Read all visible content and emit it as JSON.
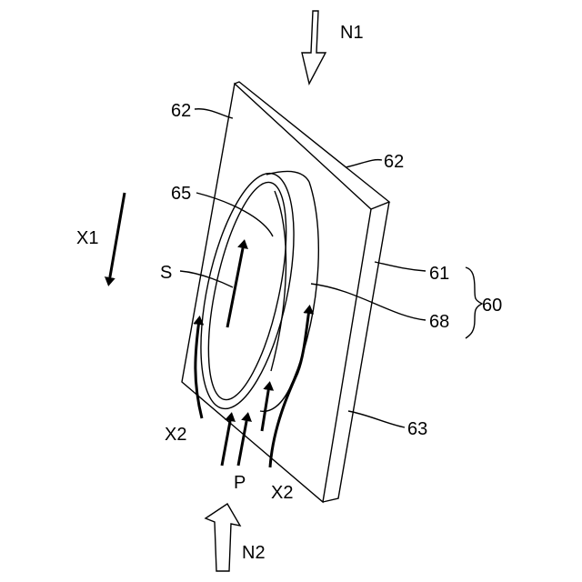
{
  "labels": {
    "n1": "N1",
    "n2": "N2",
    "x1": "X1",
    "x2_left": "X2",
    "x2_right": "X2",
    "s": "S",
    "p": "P",
    "ref_62_top": "62",
    "ref_62_right": "62",
    "ref_65": "65",
    "ref_61": "61",
    "ref_68": "68",
    "ref_60": "60",
    "ref_63": "63"
  }
}
